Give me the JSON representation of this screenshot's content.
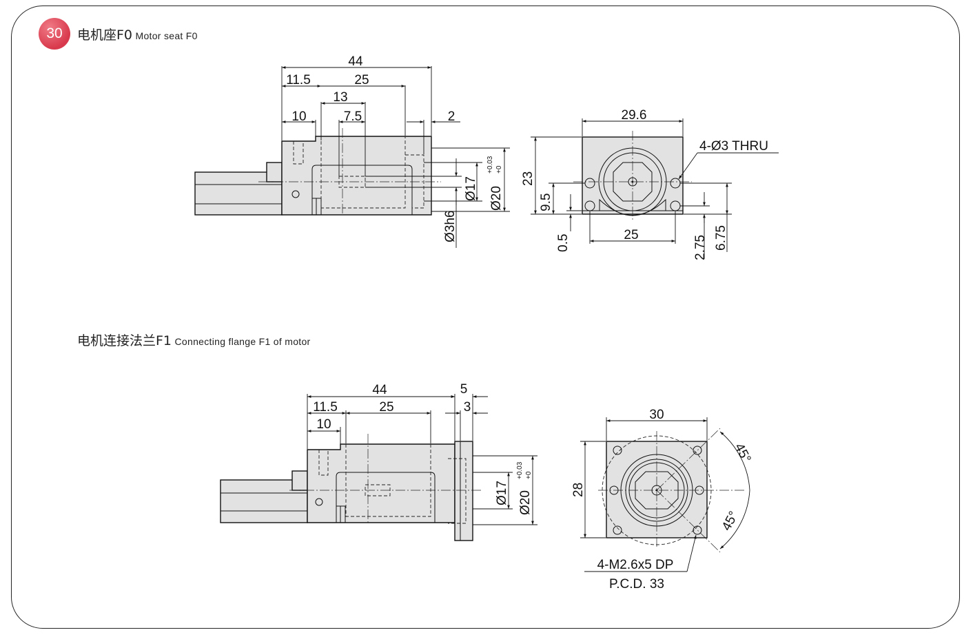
{
  "section1": {
    "number": "30",
    "title_zh": "电机座F0",
    "title_en": "Motor seat F0",
    "side_dims": {
      "d44": "44",
      "d11_5": "11.5",
      "d25": "25",
      "d13": "13",
      "d10": "10",
      "d7_5": "7.5",
      "d2": "2",
      "d17": "Ø17",
      "d20": "Ø20",
      "tol_plus": "+0.03",
      "tol_minus": "+0",
      "d3h6": "Ø3h6"
    },
    "front_dims": {
      "d29_6": "29.6",
      "holes": "4-Ø3 THRU",
      "d23": "23",
      "d9_5": "9.5",
      "d0_5": "0.5",
      "d25": "25",
      "d2_75": "2.75",
      "d6_75": "6.75"
    }
  },
  "section2": {
    "title_zh": "电机连接法兰F1",
    "title_en": "Connecting flange F1 of motor",
    "side_dims": {
      "d44": "44",
      "d5": "5",
      "d11_5": "11.5",
      "d25": "25",
      "d3": "3",
      "d10": "10",
      "d17": "Ø17",
      "d20": "Ø20",
      "tol_plus": "+0.03",
      "tol_minus": "+0"
    },
    "front_dims": {
      "d30": "30",
      "d28": "28",
      "a45a": "45°",
      "a45b": "45°",
      "holes": "4-M2.6x5 DP",
      "pcd": "P.C.D. 33"
    }
  },
  "colors": {
    "badge": "#d8394c",
    "body_fill": "#e2e2e2",
    "line": "#111111"
  }
}
